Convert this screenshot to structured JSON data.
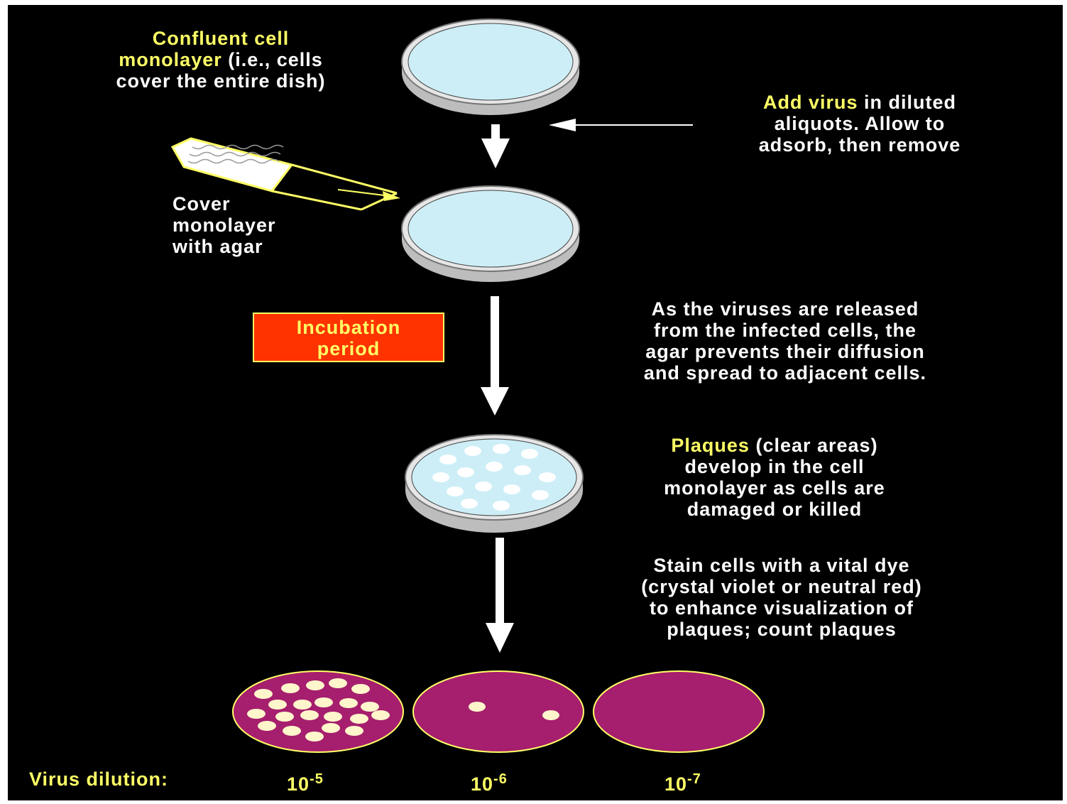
{
  "labels": {
    "confluent": {
      "highlight": "Confluent cell",
      "line2_highlight": "monolayer",
      "line2_rest": " (i.e., cells",
      "line3": "cover the entire dish)"
    },
    "add_virus": {
      "highlight": "Add virus",
      "line1_rest": " in diluted",
      "line2": "aliquots.  Allow to",
      "line3": "adsorb, then remove"
    },
    "cover": {
      "line1": "Cover",
      "line2": "monolayer",
      "line3": "with agar"
    },
    "incubation": {
      "line1": "Incubation",
      "line2": "period"
    },
    "released": {
      "line1": "As the viruses are released",
      "line2": "from the infected cells, the",
      "line3": "agar prevents their diffusion",
      "line4": "and spread to adjacent cells."
    },
    "plaques": {
      "highlight": "Plaques",
      "line1_rest": " (clear areas)",
      "line2": "develop in the cell",
      "line3": "monolayer as cells are",
      "line4": "damaged or killed"
    },
    "stain": {
      "line1": "Stain cells with a vital dye",
      "line2": "(crystal violet or neutral red)",
      "line3": "to enhance visualization of",
      "line4": "plaques; count plaques"
    },
    "dilution": {
      "title": "Virus dilution:",
      "d1_base": "10",
      "d1_exp": "-5",
      "d2_base": "10",
      "d2_exp": "-6",
      "d3_base": "10",
      "d3_exp": "-7"
    }
  },
  "colors": {
    "background": "#000000",
    "highlight_text": "#ffff66",
    "body_text": "#ffffff",
    "dish_fill": "#cdeef7",
    "dish_rim": "#d9d9d9",
    "stained_plate": "#a61e6e",
    "plate_border": "#ffff66",
    "incubation_box": "#ff3300",
    "plaque": "#fff6cc"
  },
  "plaque_counts": {
    "dilution_1e-5": 21,
    "dilution_1e-6": 2,
    "dilution_1e-7": 0
  }
}
